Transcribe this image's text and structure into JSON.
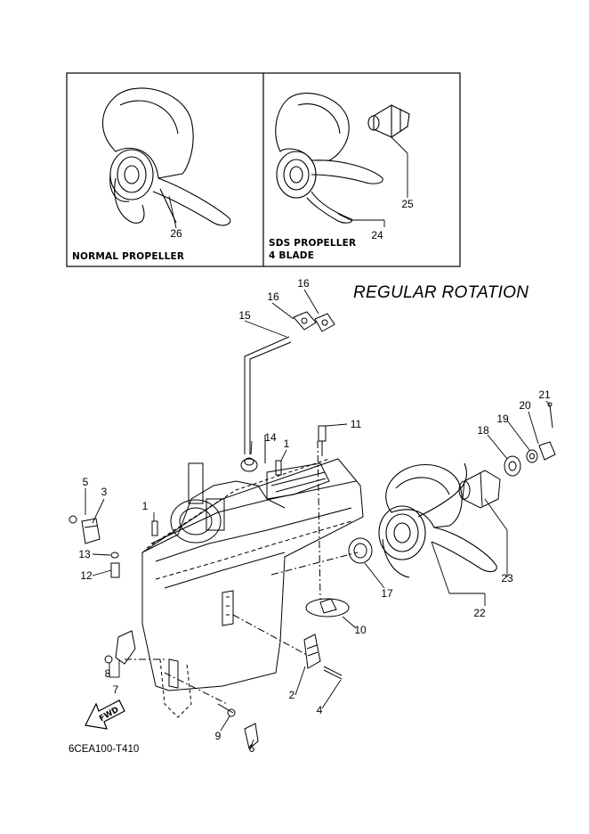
{
  "insets": {
    "normal_label": "NORMAL PROPELLER",
    "sds_label_line1": "SDS PROPELLER",
    "sds_label_line2": "4 BLADE"
  },
  "rotation_label": "REGULAR ROTATION",
  "direction_label": "FWD",
  "diagram_code": "6CEA100-T410",
  "callouts": [
    {
      "id": "c26",
      "text": "26"
    },
    {
      "id": "c25",
      "text": "25"
    },
    {
      "id": "c24",
      "text": "24"
    },
    {
      "id": "c16a",
      "text": "16"
    },
    {
      "id": "c16b",
      "text": "16"
    },
    {
      "id": "c15",
      "text": "15"
    },
    {
      "id": "c11",
      "text": "11"
    },
    {
      "id": "c14",
      "text": "14"
    },
    {
      "id": "c1a",
      "text": "1"
    },
    {
      "id": "c1b",
      "text": "1"
    },
    {
      "id": "c5",
      "text": "5"
    },
    {
      "id": "c3",
      "text": "3"
    },
    {
      "id": "c13",
      "text": "13"
    },
    {
      "id": "c12",
      "text": "12"
    },
    {
      "id": "c21",
      "text": "21"
    },
    {
      "id": "c20",
      "text": "20"
    },
    {
      "id": "c19",
      "text": "19"
    },
    {
      "id": "c18",
      "text": "18"
    },
    {
      "id": "c23",
      "text": "23"
    },
    {
      "id": "c17",
      "text": "17"
    },
    {
      "id": "c22",
      "text": "22"
    },
    {
      "id": "c10",
      "text": "10"
    },
    {
      "id": "c8",
      "text": "8"
    },
    {
      "id": "c7",
      "text": "7"
    },
    {
      "id": "c2",
      "text": "2"
    },
    {
      "id": "c4",
      "text": "4"
    },
    {
      "id": "c9",
      "text": "9"
    },
    {
      "id": "c6",
      "text": "6"
    }
  ]
}
